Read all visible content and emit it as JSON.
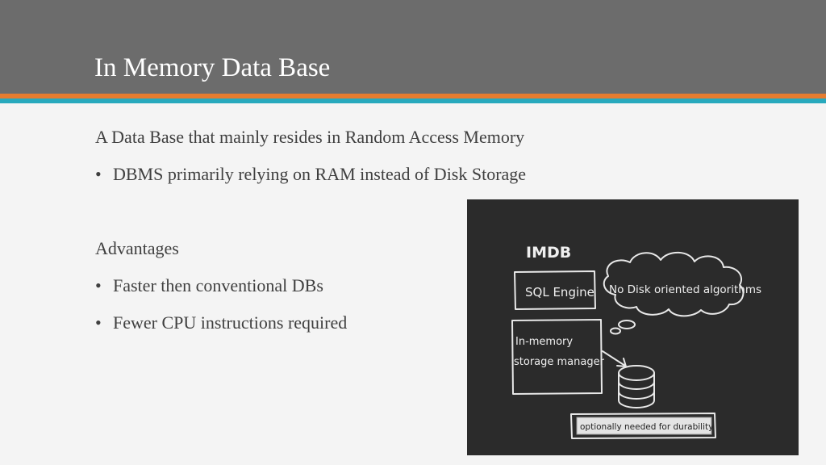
{
  "slide": {
    "title": "In Memory Data Base",
    "intro": "A Data Base that mainly resides in Random Access Memory",
    "bullets_1": [
      "DBMS primarily relying on RAM instead of Disk Storage"
    ],
    "advantages_heading": "Advantages",
    "bullets_2": [
      "Faster then conventional DBs",
      "Fewer CPU instructions required"
    ],
    "bullet_char": "•"
  },
  "diagram": {
    "heading": "IMDB",
    "sql_engine": "SQL Engine",
    "cloud_text": "No Disk oriented algorithms",
    "storage_line1": "In-memory",
    "storage_line2": "storage manager",
    "durability_note": "optionally needed for durability"
  },
  "colors": {
    "header": "#6c6c6c",
    "stripe_orange": "#e57c30",
    "stripe_teal": "#28a9bd",
    "background": "#f4f4f4",
    "chalkboard": "#2b2b2b"
  }
}
